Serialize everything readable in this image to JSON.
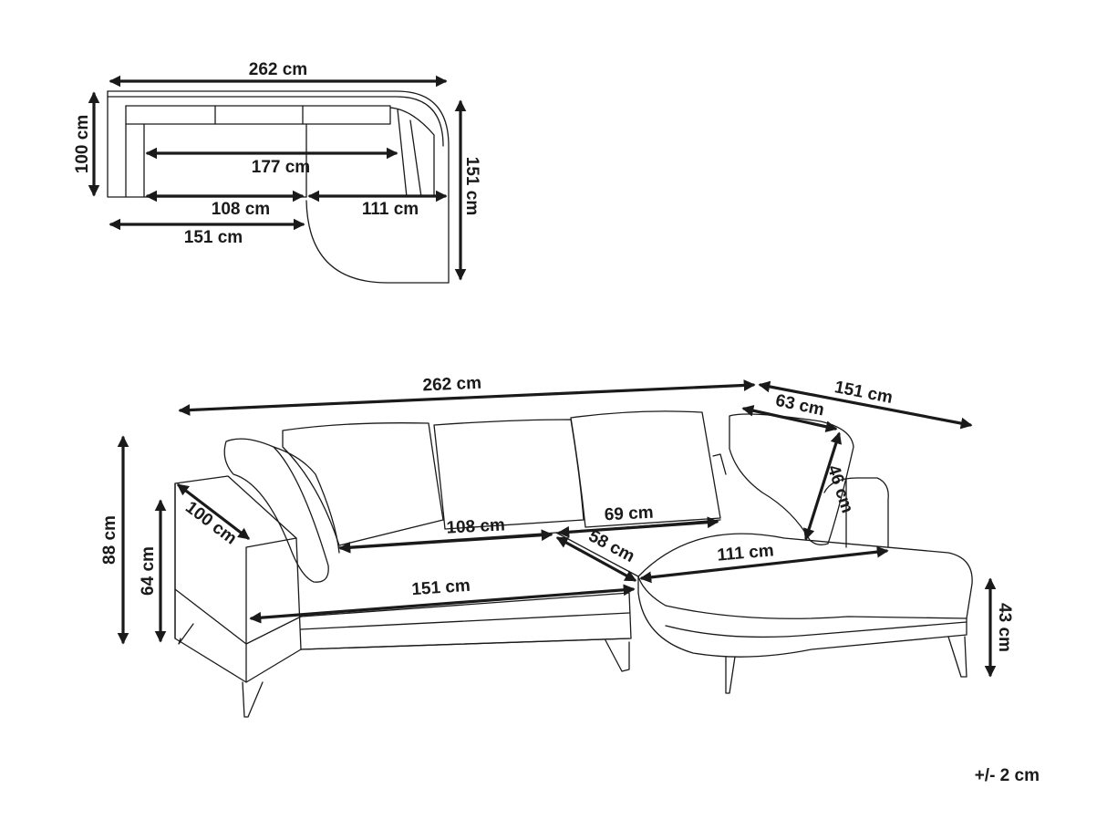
{
  "top_view": {
    "width_total": "262 cm",
    "depth_left": "100 cm",
    "depth_right": "151 cm",
    "seat_width": "177 cm",
    "seat_left": "108 cm",
    "seat_right": "111 cm",
    "base_width": "151 cm"
  },
  "side_view": {
    "width_total": "262 cm",
    "chaise_length": "151 cm",
    "cushion_width": "63 cm",
    "cushion_height": "46 cm",
    "armrest_depth": "100 cm",
    "total_height": "88 cm",
    "armrest_height": "64 cm",
    "seat_height": "43 cm",
    "seat_left_width": "108 cm",
    "seat_middle_width": "69 cm",
    "seat_depth": "58 cm",
    "chaise_seat_width": "111 cm",
    "base_front_width": "151 cm"
  },
  "tolerance": "+/- 2 cm"
}
